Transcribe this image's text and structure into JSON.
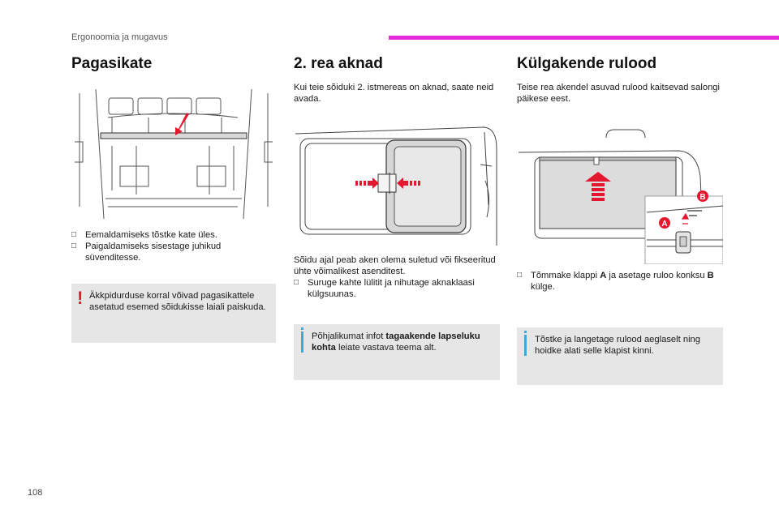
{
  "header": {
    "section": "Ergonoomia ja mugavus",
    "accent_color": "#e62bdc"
  },
  "page_number": "108",
  "col1": {
    "title": "Pagasikate",
    "bullets": [
      "Eemaldamiseks tõstke kate üles.",
      "Paigaldamiseks sisestage juhikud süvenditesse."
    ],
    "warning": "Äkkpidurduse korral võivad pagasikattele asetatud esemed sõidukisse laiali paiskuda."
  },
  "col2": {
    "title": "2. rea aknad",
    "intro": "Kui teie sõiduki 2. istmereas on aknad, saate neid avada.",
    "para": "Sõidu ajal peab aken olema suletud või fikseeritud ühte võimalikest asenditest.",
    "bullet": "Suruge kahte lülitit ja nihutage aknaklaasi külgsuunas.",
    "info_pre": "Põhjalikumat infot ",
    "info_bold": "tagaakende lapseluku kohta",
    "info_post": " leiate vastava teema alt."
  },
  "col3": {
    "title": "Külgakende rulood",
    "intro": "Teise rea akendel asuvad rulood kaitsevad salongi päikese eest.",
    "bullet_pre": "Tõmmake klappi ",
    "bullet_a": "A",
    "bullet_mid": " ja asetage ruloo konksu ",
    "bullet_b": "B",
    "bullet_post": " külge.",
    "info": "Tõstke ja langetage rulood aeglaselt ning hoidke alati selle klapist kinni.",
    "label_a": "A",
    "label_b": "B"
  },
  "icons": {
    "bullet": "check-box-icon",
    "warning": "exclamation-icon",
    "info": "info-icon"
  }
}
